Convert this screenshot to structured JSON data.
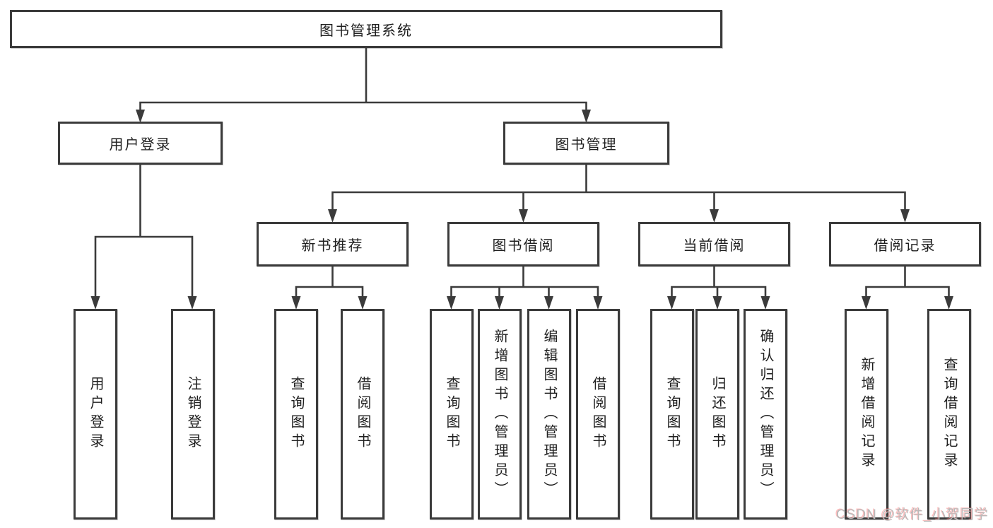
{
  "root": {
    "label": "图书管理系统"
  },
  "level2": {
    "user_login": {
      "label": "用户登录"
    },
    "book_management": {
      "label": "图书管理"
    }
  },
  "level3": {
    "new_book_recommend": {
      "label": "新书推荐"
    },
    "book_borrow": {
      "label": "图书借阅"
    },
    "current_borrow": {
      "label": "当前借阅"
    },
    "borrow_records": {
      "label": "借阅记录"
    }
  },
  "leaves": {
    "login": {
      "label": "用户登录"
    },
    "logout": {
      "label": "注销登录"
    },
    "nbr_query_books": {
      "label": "查询图书"
    },
    "nbr_borrow_books": {
      "label": "借阅图书"
    },
    "bb_query_books": {
      "label": "查询图书"
    },
    "bb_add_books": {
      "label": "新增图书（管理员）"
    },
    "bb_edit_books": {
      "label": "编辑图书（管理员）"
    },
    "bb_borrow_books": {
      "label": "借阅图书"
    },
    "cb_query_books": {
      "label": "查询图书"
    },
    "cb_return_books": {
      "label": "归还图书"
    },
    "cb_confirm_return": {
      "label": "确认归还（管理员）"
    },
    "br_add_record": {
      "label": "新增借阅记录"
    },
    "br_query_record": {
      "label": "查询借阅记录"
    }
  },
  "watermark": {
    "text": "CSDN @软件_小贺同学"
  },
  "colors": {
    "line": "#3b3b3b",
    "text": "#1f1f1f",
    "background": "#ffffff",
    "watermark": "#b9b9b9"
  }
}
